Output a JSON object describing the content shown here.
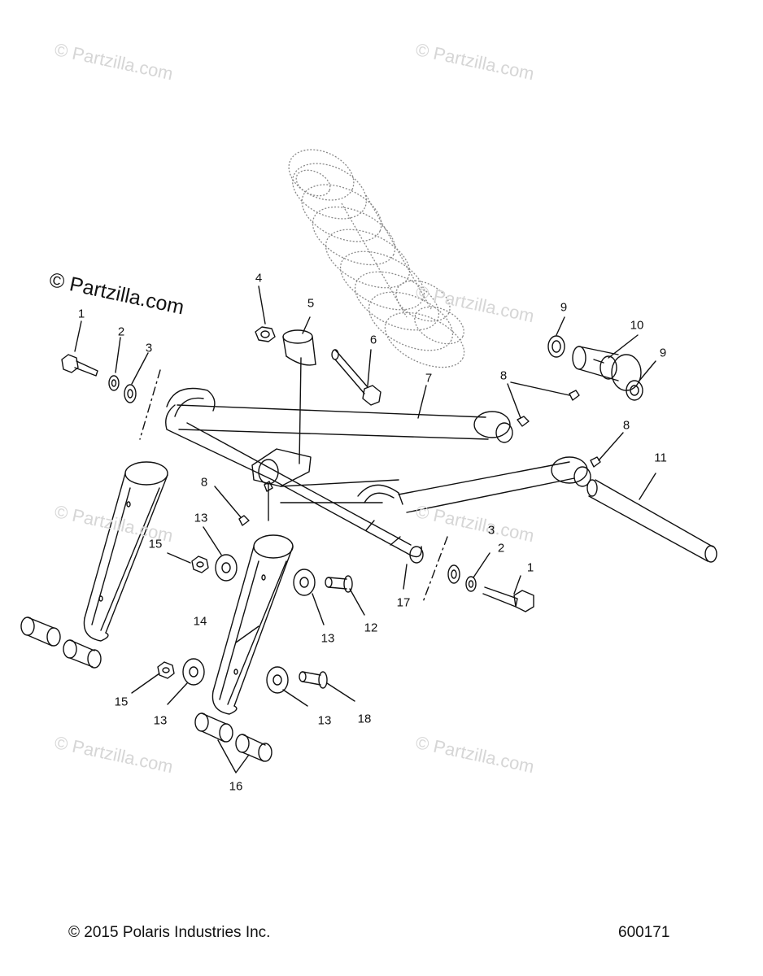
{
  "watermarks": {
    "brand": "© Partzilla.com",
    "faint": "© Partzilla.com"
  },
  "callouts": {
    "c1_left": "1",
    "c2_left": "2",
    "c3_left": "3",
    "c4": "4",
    "c5": "5",
    "c6": "6",
    "c7": "7",
    "c8_top": "8",
    "c8_right": "8",
    "c8_left": "8",
    "c9_top": "9",
    "c9_right": "9",
    "c10": "10",
    "c11": "11",
    "c12": "12",
    "c13_upper_left": "13",
    "c13_upper_right": "13",
    "c13_lower_left": "13",
    "c13_lower_right": "13",
    "c14": "14",
    "c15_upper": "15",
    "c15_lower": "15",
    "c16": "16",
    "c17": "17",
    "c18": "18",
    "c3_right": "3",
    "c2_right": "2",
    "c1_right": "1"
  },
  "footer": {
    "copyright": "© 2015 Polaris Industries Inc.",
    "diagram_number": "600171"
  },
  "colors": {
    "line": "#111111",
    "shock": "#888888",
    "watermark": "#d6d6d6"
  }
}
